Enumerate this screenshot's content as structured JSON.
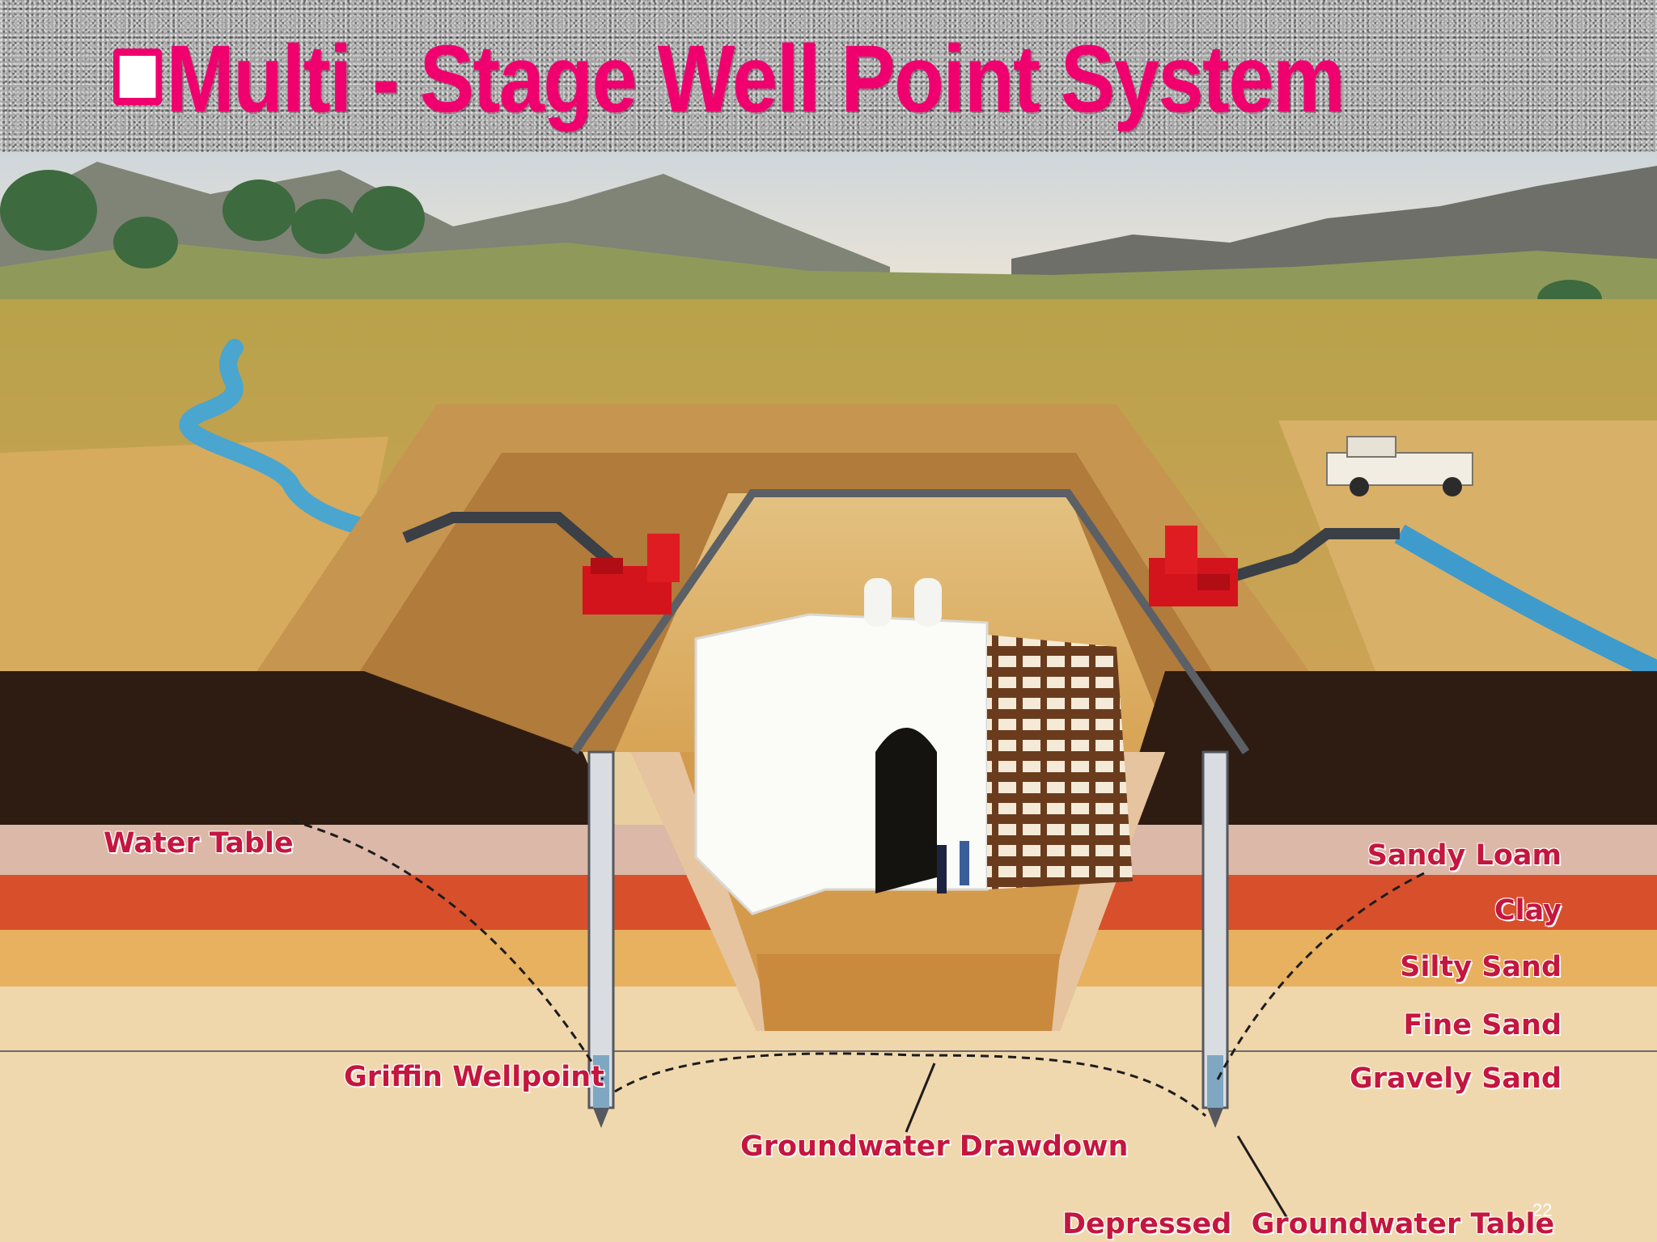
{
  "slide": {
    "title": "Multi - Stage Well Point System",
    "page_number": "22"
  },
  "diagram": {
    "labels": {
      "water_table": "Water Table",
      "griffin_wellpoint": "Griffin Wellpoint",
      "groundwater_drawdown": "Groundwater Drawdown",
      "depressed_groundwater_table": "Depressed  Groundwater Table"
    },
    "soil_layers": [
      "Sandy Loam",
      "Clay",
      "Silty Sand",
      "Fine Sand",
      "Gravely Sand"
    ]
  },
  "colors": {
    "title": "#f0006e",
    "label_text": "#c4163f",
    "pump": "#d4141c",
    "sky": "#dfe3e4",
    "clay": "#d8502b",
    "silty_sand": "#e7b15f",
    "sandy_loam": "#dcb8a8"
  }
}
